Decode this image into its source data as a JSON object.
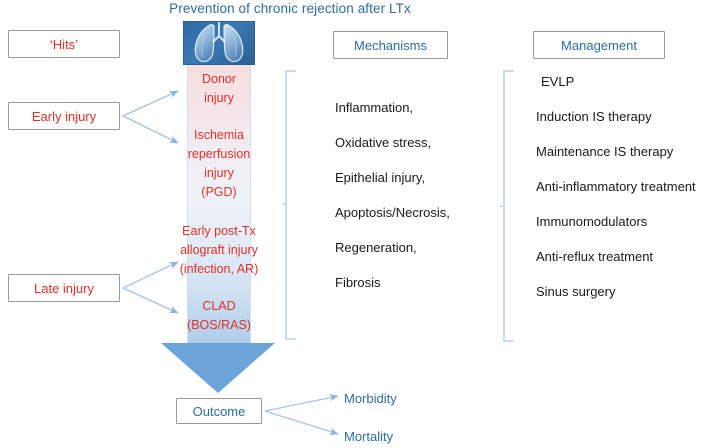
{
  "title": "Prevention of chronic rejection after LTx",
  "colors": {
    "title_blue": "#2e6ca4",
    "accent_red": "#e03127",
    "box_border_gray": "#9a9a9a",
    "arrow_blue": "#8fb4d9",
    "bracket_blue": "#c7dcee",
    "column_top_pink": "#f7dede",
    "column_bottom_blue": "#aecde9",
    "arrow_head_blue": "#6ba4d8"
  },
  "left_column": {
    "header_label": "‘Hits’",
    "items": [
      {
        "label": "Early injury"
      },
      {
        "label": "Late injury"
      }
    ]
  },
  "center_column": {
    "icon": "lungs-image",
    "stages": [
      {
        "label": "Donor\ninjury"
      },
      {
        "label": "Ischemia\nreperfusion\ninjury\n(PGD)"
      },
      {
        "label": "Early post-Tx\nallograft injury\n(infection, AR)"
      },
      {
        "label": "CLAD\n(BOS/RAS)"
      }
    ]
  },
  "mechanisms": {
    "header_label": "Mechanisms",
    "items": [
      "Inflammation,",
      "Oxidative stress,",
      "Epithelial injury,",
      "Apoptosis/Necrosis,",
      "Regeneration,",
      "Fibrosis"
    ]
  },
  "management": {
    "header_label": "Management",
    "items": [
      "EVLP",
      "Induction IS therapy",
      "Maintenance IS therapy",
      "Anti-inflammatory treatment",
      "Immunomodulators",
      "Anti-reflux treatment",
      "Sinus surgery"
    ]
  },
  "outcome": {
    "label": "Outcome",
    "branches": [
      "Morbidity",
      "Mortality"
    ]
  }
}
